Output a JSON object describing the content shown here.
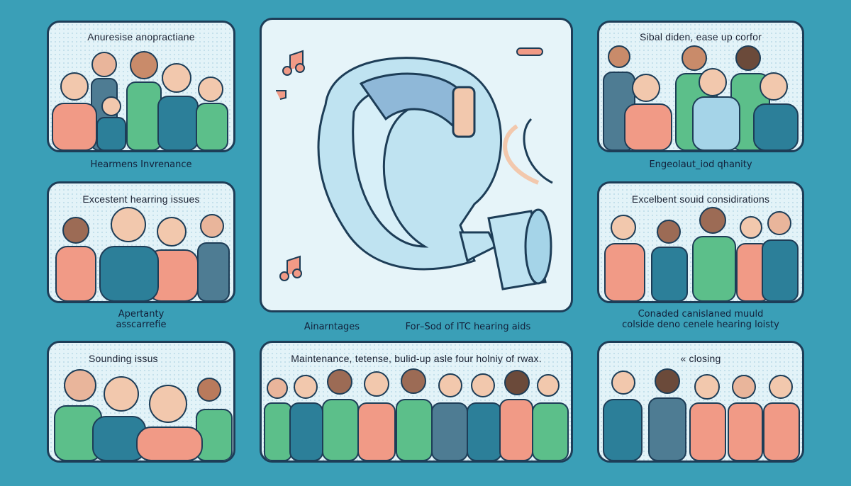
{
  "panels": {
    "top_left": {
      "title": "Anuresise anopractiane"
    },
    "mid_left": {
      "title": "Excestent hearring issues"
    },
    "bottom_left": {
      "title": "Sounding issus"
    },
    "top_right": {
      "title": "Sibal diden, ease up corfor"
    },
    "mid_right": {
      "title": "Excelbent souid considirations"
    },
    "bottom_right": {
      "title": "« closing"
    },
    "bottom_center": {
      "title": "Maintenance,   tetense, bulid-up asle four holniy of rwax."
    }
  },
  "captions": {
    "left_1": "Hearmens Invrenance",
    "left_2_line1": "Apertanty",
    "left_2_line2": "asscarrefie",
    "right_1": "Engeolaut_iod qhanity",
    "right_2_line1": "Conaded canislaned muuld",
    "right_2_line2": "colside deno cenele hearing loisty",
    "center_left": "Ainarntages",
    "center_right": "For–Sod of ITC hearing aids"
  },
  "colors": {
    "background": "#3a9fb7",
    "panel": "#e3f3f8",
    "outline": "#1d3d57",
    "salmon": "#f19a86",
    "green": "#5cbf8a",
    "teal": "#2c7f99",
    "device": "#bfe3f1"
  }
}
